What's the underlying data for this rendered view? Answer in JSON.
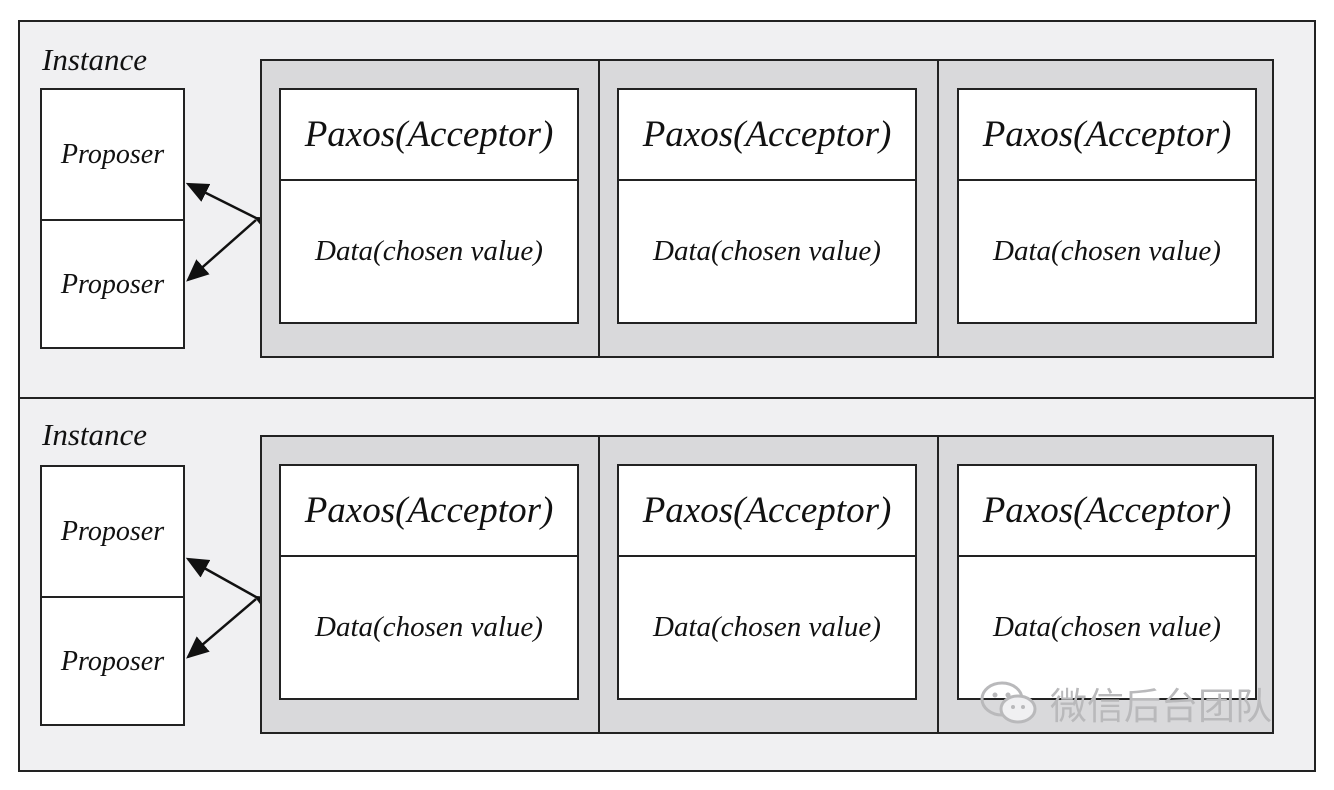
{
  "instances": [
    {
      "label": "Instance",
      "proposers": [
        "Proposer",
        "Proposer"
      ],
      "acceptors": [
        {
          "title": "Paxos(Acceptor)",
          "data": "Data(chosen value)"
        },
        {
          "title": "Paxos(Acceptor)",
          "data": "Data(chosen value)"
        },
        {
          "title": "Paxos(Acceptor)",
          "data": "Data(chosen value)"
        }
      ]
    },
    {
      "label": "Instance",
      "proposers": [
        "Proposer",
        "Proposer"
      ],
      "acceptors": [
        {
          "title": "Paxos(Acceptor)",
          "data": "Data(chosen value)"
        },
        {
          "title": "Paxos(Acceptor)",
          "data": "Data(chosen value)"
        },
        {
          "title": "Paxos(Acceptor)",
          "data": "Data(chosen value)"
        }
      ]
    }
  ],
  "watermark": {
    "text": "微信后台团队",
    "icon": "wechat-icon"
  },
  "colors": {
    "frame_bg": "#f0f0f2",
    "group_bg": "#d9d9db",
    "stroke": "#222222",
    "watermark": "#b9b9bb"
  }
}
